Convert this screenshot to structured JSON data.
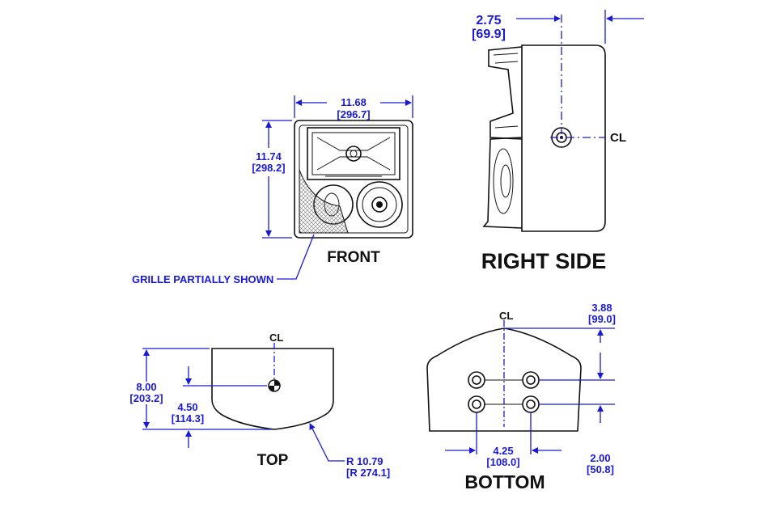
{
  "views": {
    "front": {
      "label": "FRONT",
      "width_in": "11.68",
      "width_mm": "[296.7]",
      "height_in": "11.74",
      "height_mm": "[298.2]",
      "grille_note": "GRILLE PARTIALLY SHOWN"
    },
    "right_side": {
      "label": "RIGHT SIDE",
      "depth_in": "2.75",
      "depth_mm": "[69.9]",
      "centerline": "CL"
    },
    "top": {
      "label": "TOP",
      "depth_in": "8.00",
      "depth_mm": "[203.2]",
      "mount_in": "4.50",
      "mount_mm": "[114.3]",
      "radius_in": "R 10.79",
      "radius_mm": "[R 274.1]",
      "centerline": "CL"
    },
    "bottom": {
      "label": "BOTTOM",
      "offset_in": "3.88",
      "offset_mm": "[99.0]",
      "spacing_x_in": "4.25",
      "spacing_x_mm": "[108.0]",
      "spacing_y_in": "2.00",
      "spacing_y_mm": "[50.8]",
      "centerline": "CL"
    }
  },
  "colors": {
    "dimension": "#1a1ad6",
    "drawing": "#111111"
  }
}
